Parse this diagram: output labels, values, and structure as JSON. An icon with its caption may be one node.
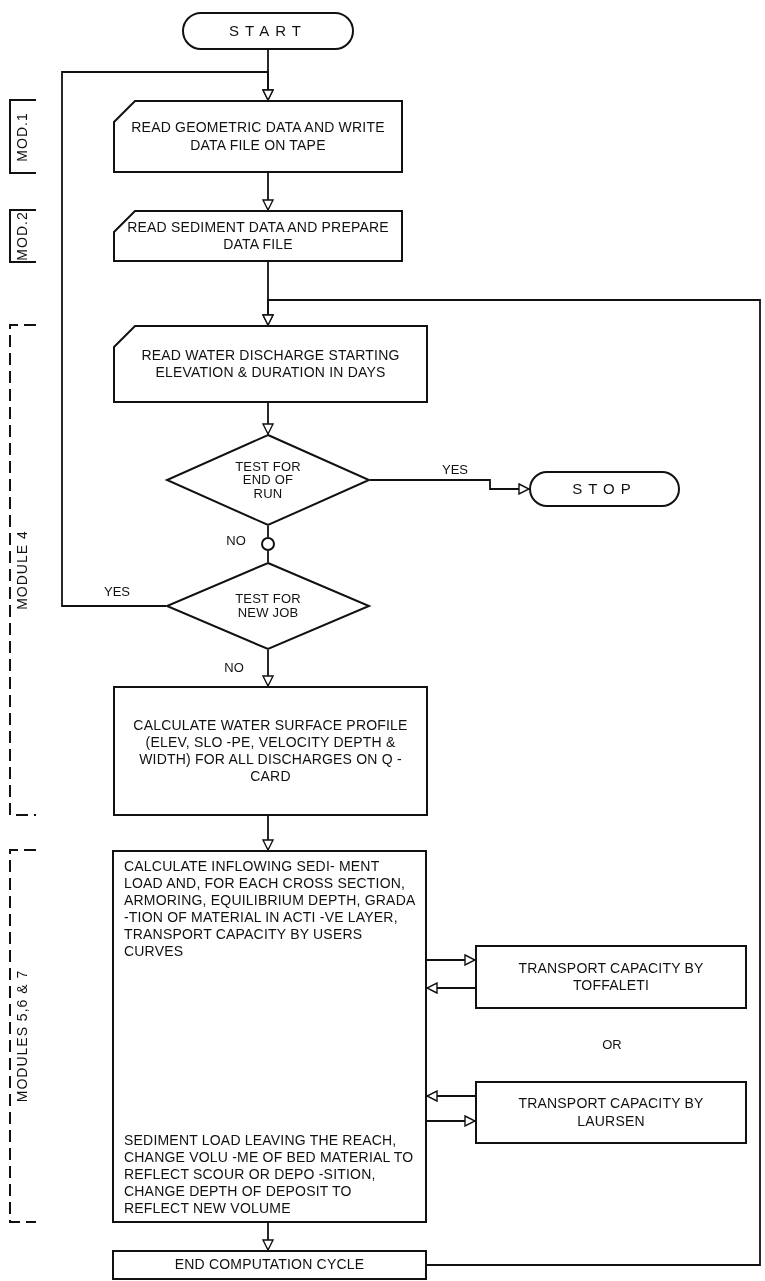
{
  "diagram": {
    "nodes": [
      {
        "text": [
          "START"
        ]
      },
      {
        "text": [
          "READ GEOMETRIC DATA AND WRITE DATA FILE ON TAPE"
        ]
      },
      {
        "text": [
          "READ SEDIMENT DATA AND PREPARE DATA FILE"
        ]
      },
      {
        "text": [
          "READ WATER DISCHARGE STARTING ELEVATION & DURATION IN DAYS"
        ]
      },
      {
        "text": [
          "TEST FOR END OF RUN"
        ]
      },
      {
        "text": [],
        "shape": "circle"
      },
      {
        "text": [
          "TEST FOR NEW JOB"
        ]
      },
      {
        "text": [
          "STOP"
        ]
      },
      {
        "text": [
          "CALCULATE WATER SURFACE PROFILE (ELEV, SLO -PE, VELOCITY DEPTH & WIDTH) FOR ALL DISCHARGES ON Q - CARD"
        ]
      },
      {
        "text": [
          "CALCULATE INFLOWING SEDI- MENT LOAD AND, FOR EACH CROSS SECTION, ARMORING, EQUILIBRIUM DEPTH, GRADA -TION OF MATERIAL IN ACTI -VE LAYER, TRANSPORT CAPACITY BY USERS CURVES",
          "SEDIMENT LOAD LEAVING THE REACH, CHANGE VOLU -ME OF BED MATERIAL TO REFLECT SCOUR OR DEPO -SITION, CHANGE DEPTH OF DEPOSIT TO REFLECT NEW VOLUME"
        ]
      },
      {
        "text": [
          "TRANSPORT CAPACITY BY TOFFALETI"
        ]
      },
      {
        "text": [
          "TRANSPORT CAPACITY BY LAURSEN"
        ]
      },
      {
        "text": [
          "END COMPUTATION CYCLE"
        ]
      }
    ],
    "edges": [
      {
        "from": 0,
        "to": 1,
        "arrow": "to"
      },
      {
        "from": 1,
        "to": 2,
        "arrow": "to"
      },
      {
        "from": 2,
        "to": 3,
        "arrow": "to"
      },
      {
        "from": 3,
        "to": 4,
        "arrow": "to"
      },
      {
        "from": 4,
        "to": 7,
        "arrow": "to",
        "label": "YES"
      },
      {
        "from": 4,
        "to": 5,
        "arrow": "none",
        "label": "NO"
      },
      {
        "from": 5,
        "to": 6,
        "arrow": "none"
      },
      {
        "from": 6,
        "to": 1,
        "arrow": "to",
        "label": "YES"
      },
      {
        "from": 6,
        "to": 8,
        "arrow": "to",
        "label": "NO"
      },
      {
        "from": 8,
        "to": 9,
        "arrow": "to"
      },
      {
        "from": 9,
        "to": 10,
        "arrow": "to"
      },
      {
        "from": 10,
        "to": 9,
        "arrow": "to"
      },
      {
        "from": 11,
        "to": 9,
        "arrow": "to"
      },
      {
        "from": 9,
        "to": 11,
        "arrow": "to"
      },
      {
        "from": 9,
        "to": 12,
        "arrow": "to"
      },
      {
        "from": 12,
        "to": 3,
        "arrow": "to"
      }
    ],
    "labels": [
      "MOD.1",
      "MOD.2",
      "MODULE 4",
      "MODULES 5,6 & 7",
      "OR"
    ]
  }
}
